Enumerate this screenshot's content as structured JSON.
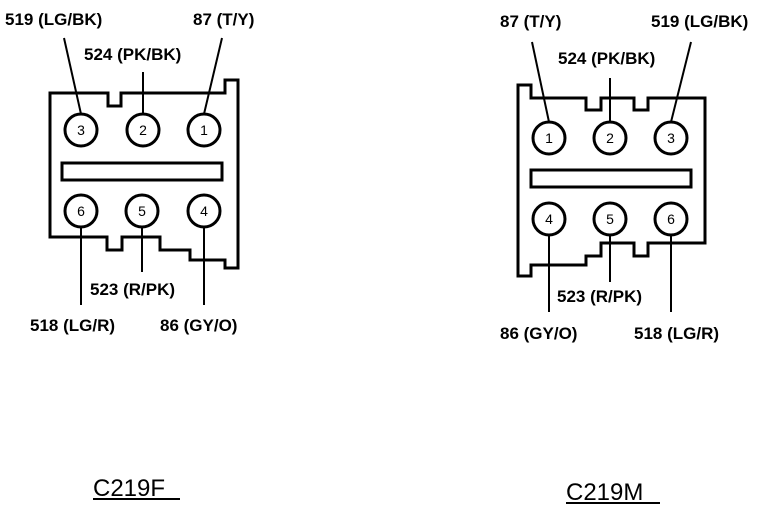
{
  "female": {
    "title": "C219F",
    "labels": {
      "l519": "519 (LG/BK)",
      "l87": "87 (T/Y)",
      "l524": "524 (PK/BK)",
      "l523": "523 (R/PK)",
      "l518": "518 (LG/R)",
      "l86": "86 (GY/O)"
    },
    "pins_top": [
      "3",
      "2",
      "1"
    ],
    "pins_bottom": [
      "6",
      "5",
      "4"
    ]
  },
  "male": {
    "title": "C219M",
    "labels": {
      "l87": "87 (T/Y)",
      "l519": "519 (LG/BK)",
      "l524": "524 (PK/BK)",
      "l523": "523 (R/PK)",
      "l86": "86 (GY/O)",
      "l518": "518 (LG/R)"
    },
    "pins_top": [
      "1",
      "2",
      "3"
    ],
    "pins_bottom": [
      "4",
      "5",
      "6"
    ]
  }
}
